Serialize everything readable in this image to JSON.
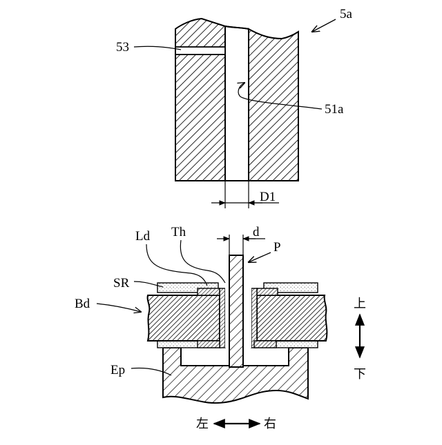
{
  "labels": {
    "component": "5a",
    "slit": "53",
    "hole": "51a",
    "hole_diameter": "D1",
    "pin_thickness": "d",
    "land": "Ld",
    "through_hole": "Th",
    "pin": "P",
    "solder_resist": "SR",
    "board": "Bd",
    "epoxy": "Ep"
  },
  "directions": {
    "up": "上",
    "down": "下",
    "left": "左",
    "right": "右"
  }
}
